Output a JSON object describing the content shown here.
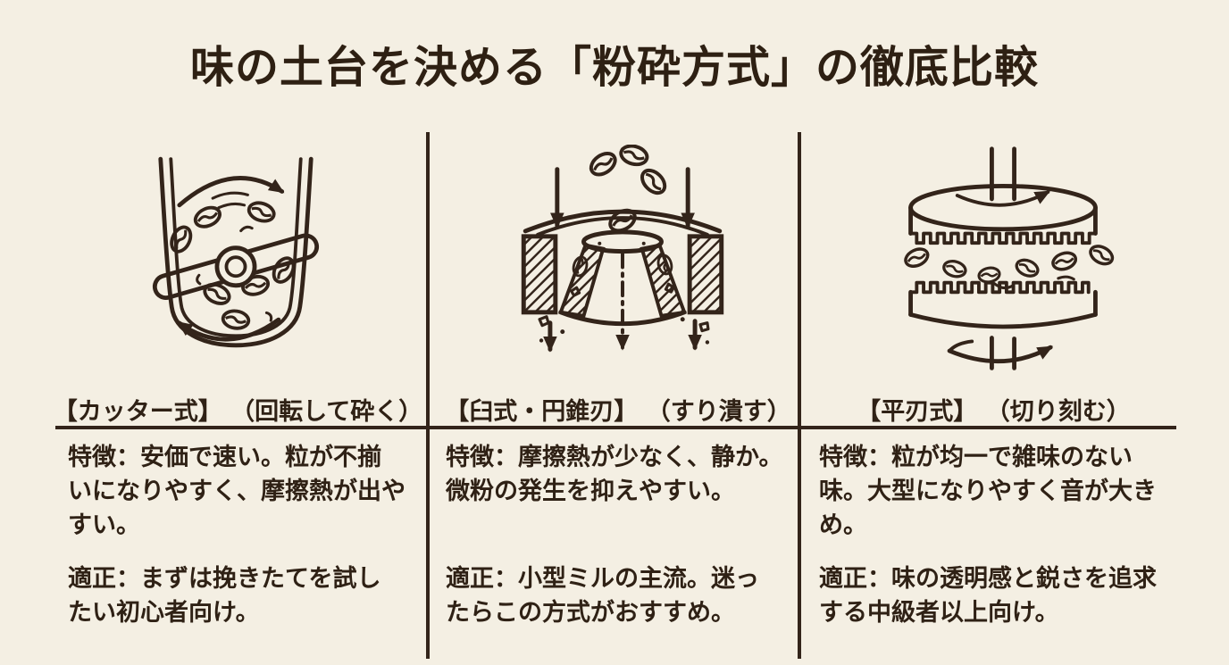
{
  "title": "味の土台を決める「粉砕方式」の徹底比較",
  "colors": {
    "background": "#f4efe3",
    "ink": "#33241a"
  },
  "columns": [
    {
      "name": "【カッター式】 （回転して砕く）",
      "illustration": "blade-grinder-propeller-in-cup",
      "features": "特徴：安価で速い。粒が不揃\nいになりやすく、摩擦熱が出や\nすい。",
      "suitability": "適正：まずは挽きたてを試し\nたい初心者向け。"
    },
    {
      "name": "【臼式・円錐刃】 （すり潰す）",
      "illustration": "conical-burr-mill-cross-section",
      "features": "特徴：摩擦熱が少なく、静か。\n微粉の発生を抑えやすい。",
      "suitability": "適正：小型ミルの主流。迷っ\nたらこの方式がおすすめ。"
    },
    {
      "name": "【平刃式】 （切り刻む）",
      "illustration": "flat-burr-toothed-discs",
      "features": "特徴：粒が均一で雑味のない\n味。大型になりやすく音が大き\nめ。",
      "suitability": "適正：味の透明感と鋭さを追求\nする中級者以上向け。"
    }
  ]
}
